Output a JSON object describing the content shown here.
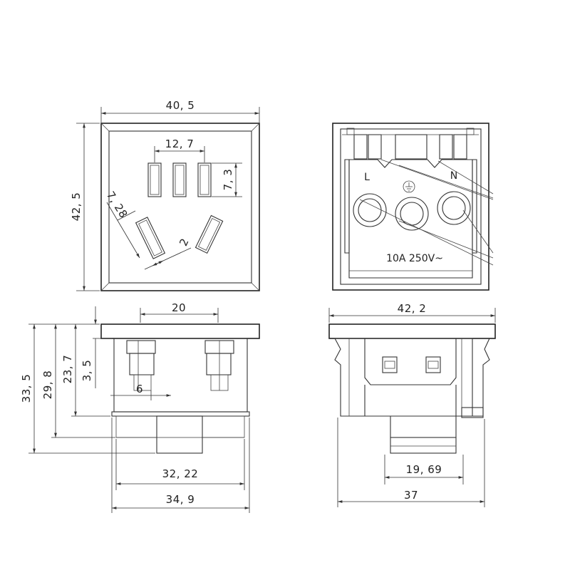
{
  "front_view": {
    "width_dim": "40, 5",
    "height_dim": "42, 5",
    "pin_spacing_dim": "12, 7",
    "slot_height_dim": "7, 3",
    "slot_length_dim": "7, 28",
    "slot_width_dim": "2"
  },
  "rear_view": {
    "terminal_l": "L",
    "terminal_n": "N",
    "rating": "10A 250V~"
  },
  "side_view": {
    "terminal_spacing_dim": "20",
    "terminal_width_dim": "6",
    "flange_dim": "3, 5",
    "height_dim_1": "23, 7",
    "height_dim_2": "29, 8",
    "height_dim_3": "33, 5",
    "body_width_dim": "32, 22",
    "flange_width_dim": "34, 9"
  },
  "end_view": {
    "flange_width_dim": "42, 2",
    "base_width_dim": "19, 69",
    "overall_depth_dim": "37"
  }
}
